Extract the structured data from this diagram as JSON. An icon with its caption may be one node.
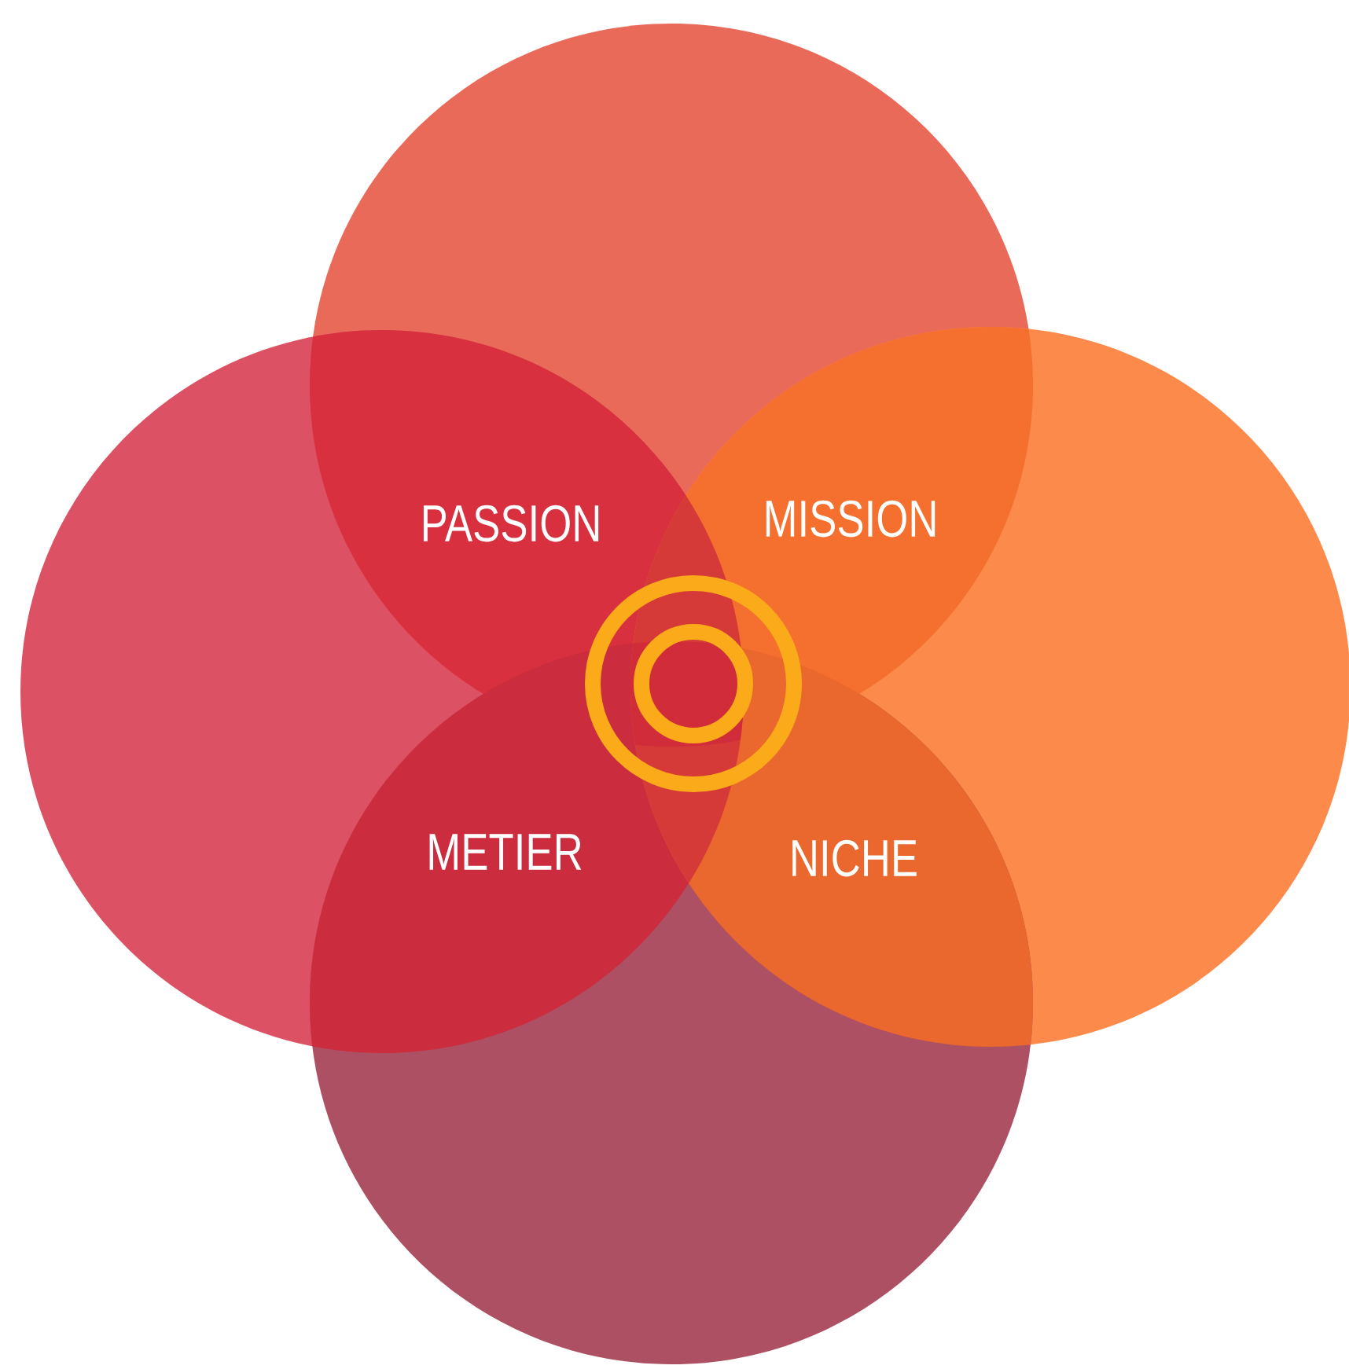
{
  "diagram": {
    "labels": [
      "PASSION",
      "MISSION",
      "METIER",
      "NICHE"
    ]
  }
}
